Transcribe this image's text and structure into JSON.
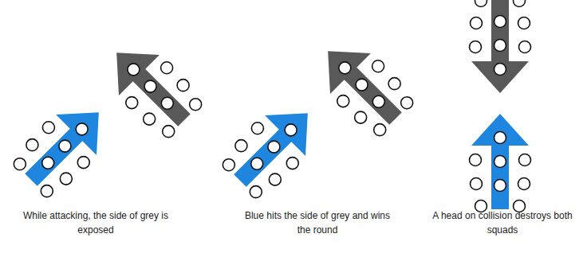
{
  "diagram": {
    "labels": [
      "While attacking, the side of grey is exposed",
      "Blue hits the side of grey and wins the round",
      "A head on collision destroys both squads"
    ]
  }
}
